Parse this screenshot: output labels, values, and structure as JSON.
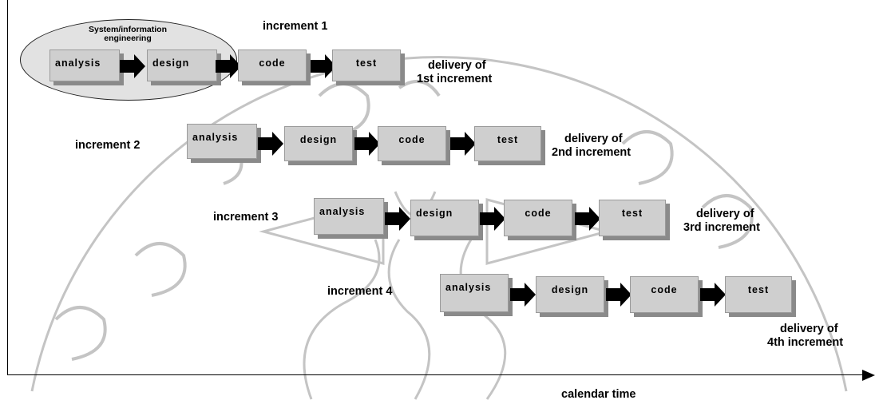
{
  "system_information_engineering": [
    "System/information",
    "engineering"
  ],
  "increments": [
    {
      "label": "increment 1",
      "steps": [
        "analysis",
        "design",
        "code",
        "test"
      ],
      "delivery": [
        "delivery of",
        "1st increment"
      ]
    },
    {
      "label": "increment 2",
      "steps": [
        "analysis",
        "design",
        "code",
        "test"
      ],
      "delivery": [
        "delivery of",
        "2nd increment"
      ]
    },
    {
      "label": "increment 3",
      "steps": [
        "analysis",
        "design",
        "code",
        "test"
      ],
      "delivery": [
        "delivery of",
        "3rd increment"
      ]
    },
    {
      "label": "increment 4",
      "steps": [
        "analysis",
        "design",
        "code",
        "test"
      ],
      "delivery": [
        "delivery of",
        "4th increment"
      ]
    }
  ],
  "x_axis_label": "calendar time",
  "colors": {
    "box_fill": "#cfcfcf",
    "box_shadow": "#8a8a8a",
    "ellipse_fill": "#e2e2e2",
    "arrow": "#000000",
    "watermark": "#bdbdbd"
  },
  "icons": {
    "flow_arrow": "right-block-arrow-icon",
    "axis_arrow": "arrowhead-right-icon"
  }
}
